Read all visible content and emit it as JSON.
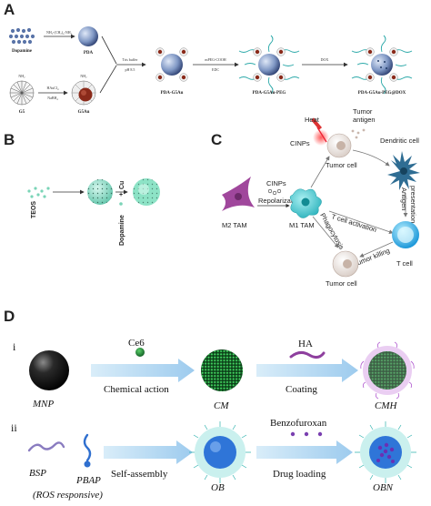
{
  "panel_a": {
    "label": "A",
    "row1": {
      "reagent": "NH₂-(CH₂)₄-NH₂",
      "start": "Dopamine",
      "product": "PDA"
    },
    "row2": {
      "start": "G5",
      "reagent_top": "HAuCl₄",
      "reagent_bottom": "NaBH₄",
      "product": "G5Au"
    },
    "step2": {
      "top": "Tris buffer",
      "bottom": "pH 8.5",
      "product": "PDA-G5Au"
    },
    "step3": {
      "top": "mPEG-COOH",
      "bottom": "EDC",
      "product": "PDA-G5Au-PEG"
    },
    "step4": {
      "top": "DOX",
      "product": "PDA-G5Au-PEG@DOX"
    }
  },
  "panel_b": {
    "label": "B",
    "reagent": "Cu",
    "left": "TEOS",
    "bottom": "Dopamine"
  },
  "panel_c": {
    "label": "C",
    "heat": "Heat",
    "cinps_top": "CINPs",
    "tumor_antigen": "Tumor antigen",
    "tumor_cell_top": "Tumor cell",
    "dendritic_cell": "Dendritic cell",
    "cinps_left": "CINPs",
    "repolarization": "Repolarization",
    "m2_tam": "M2 TAM",
    "m1_tam": "M1 TAM",
    "antigen_presentation": "Antigen presentation",
    "t_cell_activation": "T cell activation",
    "phagocytosis": "Phagocytosis",
    "tumor_killing": "Tumor killing",
    "t_cell": "T cell",
    "tumor_cell_bottom": "Tumor cell"
  },
  "panel_d": {
    "label": "D",
    "row_i": {
      "numeral": "i",
      "mnp": "MNP",
      "reagent1": "Ce6",
      "step1": "Chemical action",
      "cm": "CM",
      "reagent2": "HA",
      "step2": "Coating",
      "cmh": "CMH"
    },
    "row_ii": {
      "numeral": "ii",
      "bsp": "BSP",
      "pbap": "PBAP",
      "ros": "(ROS responsive)",
      "step1": "Self-assembly",
      "ob": "OB",
      "reagent": "Benzofuroxan",
      "step2": "Drug loading",
      "obn": "OBN"
    }
  },
  "colors": {
    "sphere_blue": "#6d86b5",
    "gold_core": "#8a2a1a",
    "teal": "#7fd8c2",
    "arrow_blue": "#a8d2ee",
    "green_sphere": "#1f8e3a",
    "macrophage_teal": "#4cc7cf",
    "dendritic": "#2f6d93",
    "m2_purple": "#a0479c"
  }
}
